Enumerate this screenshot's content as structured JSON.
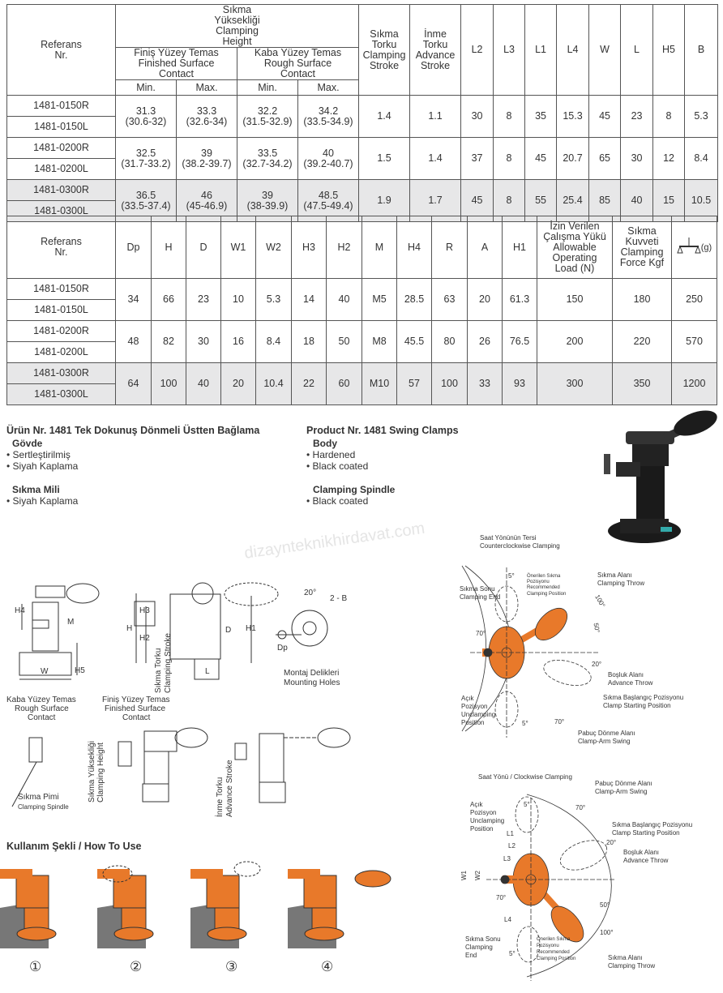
{
  "table1": {
    "h_ref": "Referans Nr.",
    "h_clamp_height": "Sıkma Yüksekliği Clamping Height",
    "h_finished": "Finiş Yüzey Temas Finished Surface Contact",
    "h_rough": "Kaba Yüzey Temas Rough Surface Contact",
    "h_min": "Min.",
    "h_max": "Max.",
    "h_clamp_stroke": "Sıkma Torku Clamping Stroke",
    "h_adv_stroke": "İnme Torku Advance Stroke",
    "cols": [
      "L2",
      "L3",
      "L1",
      "L4",
      "W",
      "L",
      "H5",
      "B"
    ],
    "rows": [
      {
        "refs": [
          "1481-0150R",
          "1481-0150L"
        ],
        "fmin": "31.3",
        "fmin_r": "(30.6-32)",
        "fmax": "33.3",
        "fmax_r": "(32.6-34)",
        "rmin": "32.2",
        "rmin_r": "(31.5-32.9)",
        "rmax": "34.2",
        "rmax_r": "(33.5-34.9)",
        "cs": "1.4",
        "as": "1.1",
        "vals": [
          "30",
          "8",
          "35",
          "15.3",
          "45",
          "23",
          "8",
          "5.3"
        ]
      },
      {
        "refs": [
          "1481-0200R",
          "1481-0200L"
        ],
        "fmin": "32.5",
        "fmin_r": "(31.7-33.2)",
        "fmax": "39",
        "fmax_r": "(38.2-39.7)",
        "rmin": "33.5",
        "rmin_r": "(32.7-34.2)",
        "rmax": "40",
        "rmax_r": "(39.2-40.7)",
        "cs": "1.5",
        "as": "1.4",
        "vals": [
          "37",
          "8",
          "45",
          "20.7",
          "65",
          "30",
          "12",
          "8.4"
        ]
      },
      {
        "refs": [
          "1481-0300R",
          "1481-0300L"
        ],
        "fmin": "36.5",
        "fmin_r": "(33.5-37.4)",
        "fmax": "46",
        "fmax_r": "(45-46.9)",
        "rmin": "39",
        "rmin_r": "(38-39.9)",
        "rmax": "48.5",
        "rmax_r": "(47.5-49.4)",
        "cs": "1.9",
        "as": "1.7",
        "vals": [
          "45",
          "8",
          "55",
          "25.4",
          "85",
          "40",
          "15",
          "10.5"
        ]
      }
    ]
  },
  "table2": {
    "h_ref": "Referans Nr.",
    "cols": [
      "Dp",
      "H",
      "D",
      "W1",
      "W2",
      "H3",
      "H2",
      "M",
      "H4",
      "R",
      "A",
      "H1"
    ],
    "h_load": "İzin Verilen Çalışma Yükü Allowable Operating Load (N)",
    "h_force": "Sıkma Kuvveti Clamping Force Kgf",
    "h_weight": "(g)",
    "rows": [
      {
        "refs": [
          "1481-0150R",
          "1481-0150L"
        ],
        "vals": [
          "34",
          "66",
          "23",
          "10",
          "5.3",
          "14",
          "40",
          "M5",
          "28.5",
          "63",
          "20",
          "61.3"
        ],
        "load": "150",
        "force": "180",
        "weight": "250"
      },
      {
        "refs": [
          "1481-0200R",
          "1481-0200L"
        ],
        "vals": [
          "48",
          "82",
          "30",
          "16",
          "8.4",
          "18",
          "50",
          "M8",
          "45.5",
          "80",
          "26",
          "76.5"
        ],
        "load": "200",
        "force": "220",
        "weight": "570"
      },
      {
        "refs": [
          "1481-0300R",
          "1481-0300L"
        ],
        "vals": [
          "64",
          "100",
          "40",
          "20",
          "10.4",
          "22",
          "60",
          "M10",
          "57",
          "100",
          "33",
          "93"
        ],
        "load": "300",
        "force": "350",
        "weight": "1200"
      }
    ]
  },
  "desc_tr": {
    "title": "Ürün Nr. 1481 Tek Dokunuş Dönmeli Üstten Bağlama",
    "body": "Gövde",
    "b1": "• Sertleştirilmiş",
    "b2": "• Siyah Kaplama",
    "spindle": "Sıkma Mili",
    "s1": "• Siyah Kaplama"
  },
  "desc_en": {
    "title": "Product Nr. 1481 Swing Clamps",
    "body": "Body",
    "b1": "• Hardened",
    "b2": "• Black coated",
    "spindle": "Clamping Spindle",
    "s1": "• Black coated"
  },
  "watermark": "dizaynteknikhirdavat.com",
  "dims": {
    "H4": "H4",
    "M": "M",
    "W": "W",
    "H5": "H5",
    "H": "H",
    "H3": "H3",
    "H2": "H2",
    "H1": "H1",
    "D": "D",
    "L": "L",
    "ang": "20°",
    "B": "2 - B",
    "Dp": "Dp",
    "cstroke": "Sıkma Torku",
    "cstroke_en": "Clamping Stroke",
    "mount": "Montaj Delikleri",
    "mount_en": "Mounting Holes"
  },
  "contact": {
    "rough": "Kaba Yüzey Temas",
    "rough_en": "Rough Surface",
    "rough_en2": "Contact",
    "fin": "Finiş Yüzey Temas",
    "fin_en": "Finished Surface",
    "fin_en2": "Contact",
    "pin": "Sıkma Pimi",
    "pin_en": "Clamping Spindle",
    "ch": "Sıkma Yüksekliği",
    "ch_en": "Clamping Height",
    "adv": "İnme Torku",
    "adv_en": "Advance Stroke"
  },
  "ccw": {
    "title": "Saat Yönünün Tersi",
    "title_en": "Counterclockwise Clamping",
    "end": "Sıkma Sonu",
    "end_en": "Clamping End",
    "rec": "Önerilen Sıkma",
    "rec2": "Pozisyonu",
    "rec_en": "Recommended",
    "rec_en2": "Clamping Position",
    "throw": "Sıkma Alanı",
    "throw_en": "Clamping Throw",
    "a100": "100°",
    "a50": "50°",
    "a20": "20°",
    "a70": "70°",
    "a70b": "70°",
    "a5": "5°",
    "a5b": "5°",
    "adv": "Boşluk Alanı",
    "adv_en": "Advance Throw",
    "start": "Sıkma Başlangıç Pozisyonu",
    "start_en": "Clamp Starting Position",
    "open": "Açık",
    "open2": "Pozisyon",
    "open_en": "Unclamping",
    "open_en2": "Position",
    "swing": "Pabuç Dönme Alanı",
    "swing_en": "Clamp-Arm Swing"
  },
  "cw": {
    "title": "Saat Yönü / Clockwise Clamping",
    "swing": "Pabuç Dönme Alanı",
    "swing_en": "Clamp-Arm Swing",
    "open": "Açık",
    "open2": "Pozisyon",
    "open_en": "Unclamping",
    "open_en2": "Position",
    "start": "Sıkma Başlangıç Pozisyonu",
    "start_en": "Clamp Starting Position",
    "adv": "Boşluk Alanı",
    "adv_en": "Advance Throw",
    "end": "Sıkma Sonu",
    "end2": "Clamping",
    "end3": "End",
    "rec": "Önerilen Sıkma",
    "rec2": "Pozisyonu",
    "rec_en": "Recommended",
    "rec_en2": "Clamping Position",
    "throw": "Sıkma Alanı",
    "throw_en": "Clamping Throw",
    "L1": "L1",
    "L2": "L2",
    "L3": "L3",
    "L4": "L4",
    "W1": "W1",
    "W2": "W2",
    "a70": "70°",
    "a70b": "70°",
    "a20": "20°",
    "a50": "50°",
    "a100": "100°",
    "a5": "5°",
    "a5b": "5°"
  },
  "howto": {
    "title": "Kullanım Şekli / How To Use",
    "steps": [
      "①",
      "②",
      "③",
      "④"
    ]
  },
  "colors": {
    "orange": "#e8792a",
    "gray": "#e7e7e8"
  }
}
